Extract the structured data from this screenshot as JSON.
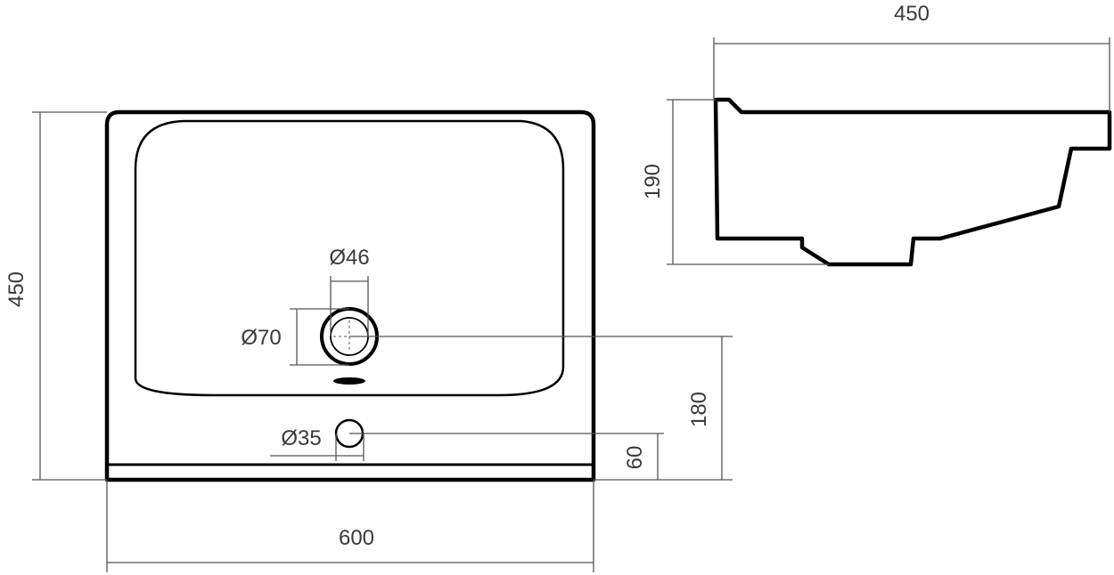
{
  "top_view": {
    "width_label": "600",
    "depth_label": "450",
    "drain_diameter_label": "Ø46",
    "drain_outer_diameter_label": "Ø70",
    "tap_hole_diameter_label": "Ø35",
    "drain_offset_label": "180",
    "tap_hole_offset_label": "60"
  },
  "side_view": {
    "depth_label": "450",
    "height_label": "190"
  }
}
